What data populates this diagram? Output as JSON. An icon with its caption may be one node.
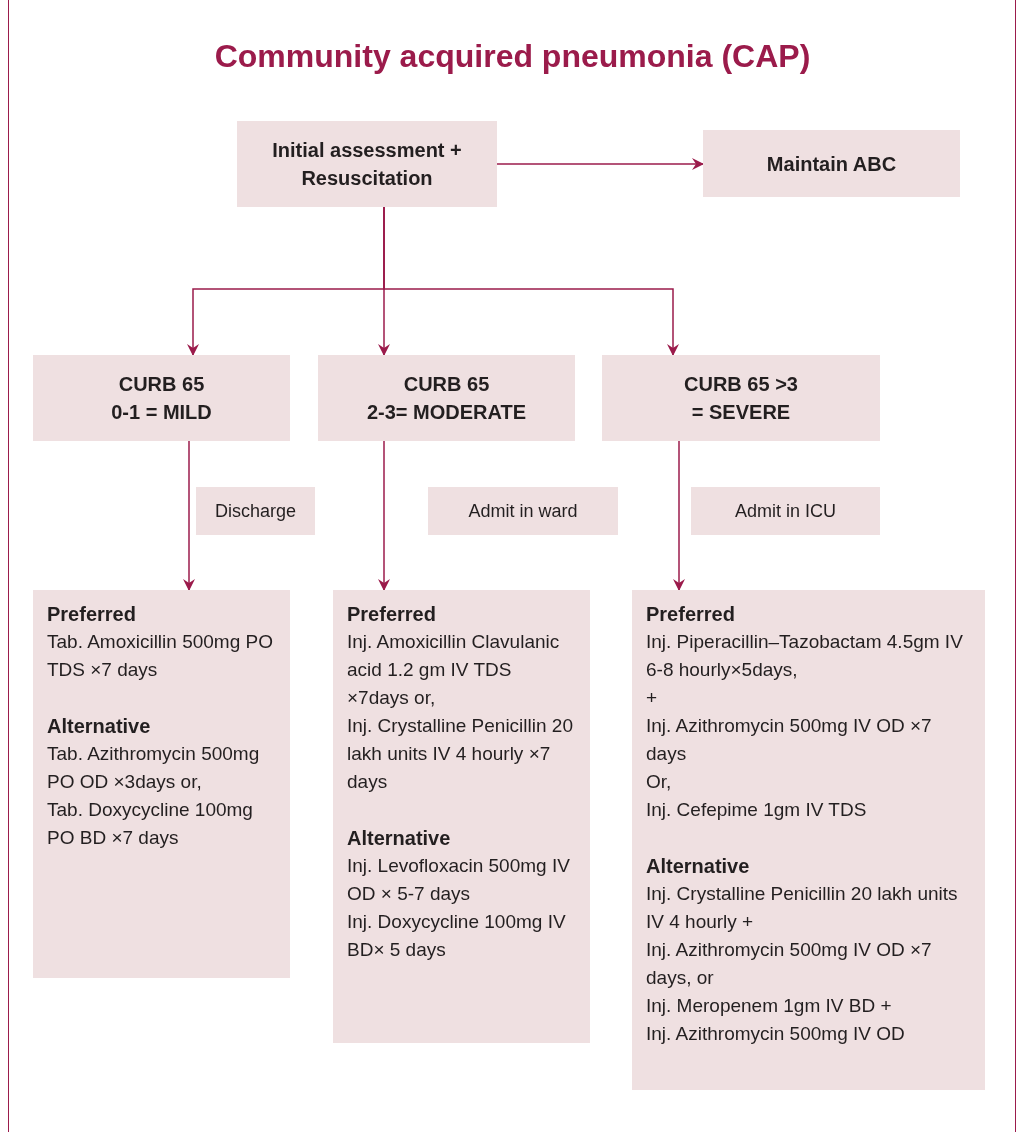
{
  "diagram": {
    "title": "Community acquired pneumonia (CAP)",
    "nodes": [
      {
        "text": [
          "Initial assessment + Resuscitation"
        ]
      },
      {
        "text": [
          "Maintain ABC"
        ]
      },
      {
        "text": [
          "CURB 65",
          "0-1 = MILD"
        ]
      },
      {
        "text": [
          "CURB 65",
          "2-3= MODERATE"
        ]
      },
      {
        "text": [
          "CURB 65 >3",
          "= SEVERE"
        ]
      },
      {
        "text": [
          "Discharge"
        ]
      },
      {
        "text": [
          "Admit in ward"
        ]
      },
      {
        "text": [
          "Admit in ICU"
        ]
      },
      {
        "text": [
          "Preferred",
          "Tab. Amoxicillin 500mg PO TDS ×7 days",
          "Alternative",
          "Tab. Azithromycin 500mg PO OD ×3days or,",
          "Tab. Doxycycline 100mg PO BD ×7 days"
        ]
      },
      {
        "text": [
          "Preferred",
          "Inj. Amoxicillin Clavulanic acid 1.2 gm IV TDS ×7days or,",
          "Inj. Crystalline Penicillin 20 lakh units IV 4 hourly ×7 days",
          "Alternative",
          "Inj. Levofloxacin 500mg IV OD × 5-7 days",
          "Inj. Doxycycline 100mg IV BD× 5 days"
        ]
      },
      {
        "text": [
          "Preferred",
          "Inj. Piperacillin–Tazobactam 4.5gm IV 6-8 hourly×5days,",
          "+",
          "Inj. Azithromycin 500mg IV OD ×7 days",
          "Or,",
          "Inj. Cefepime 1gm IV TDS",
          "Alternative",
          "Inj. Crystalline Penicillin 20 lakh units IV 4 hourly +",
          "Inj. Azithromycin 500mg IV OD ×7 days, or",
          "Inj. Meropenem 1gm IV BD +",
          "Inj. Azithromycin 500mg IV OD"
        ]
      }
    ],
    "edges": [
      {
        "from": 0,
        "to": 1,
        "arrow": "to"
      },
      {
        "from": 0,
        "to": 2,
        "arrow": "to"
      },
      {
        "from": 0,
        "to": 3,
        "arrow": "to"
      },
      {
        "from": 0,
        "to": 4,
        "arrow": "to"
      },
      {
        "from": 2,
        "to": 8,
        "arrow": "to"
      },
      {
        "from": 3,
        "to": 9,
        "arrow": "to"
      },
      {
        "from": 4,
        "to": 10,
        "arrow": "to"
      }
    ]
  }
}
